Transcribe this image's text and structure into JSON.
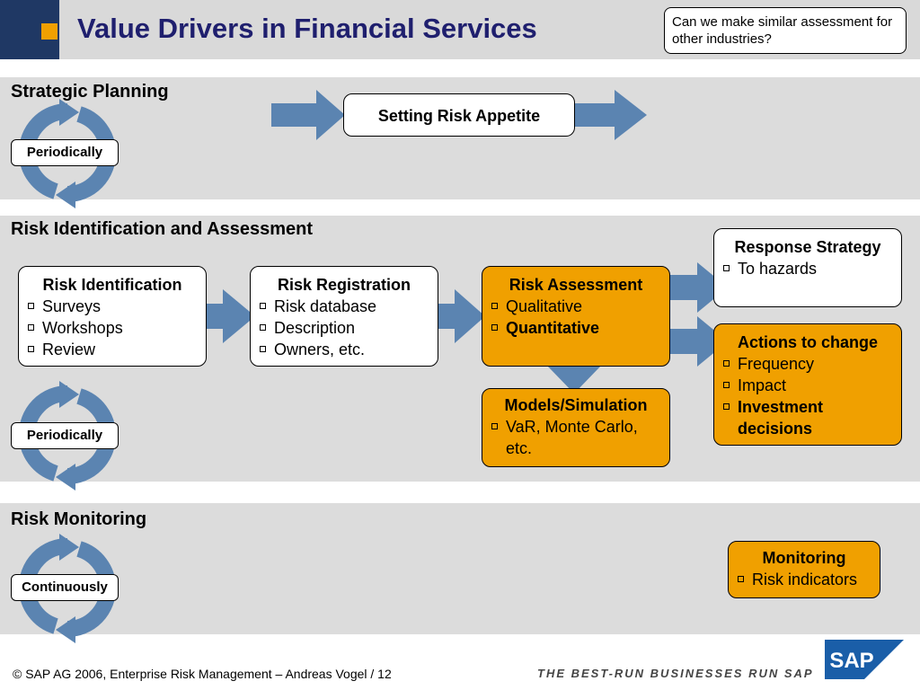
{
  "header": {
    "title": "Value Drivers in Financial Services",
    "callout": "Can we make similar assessment for other industries?"
  },
  "sections": {
    "strategic": {
      "title": "Strategic Planning",
      "cycle_label": "Periodically",
      "box": "Setting Risk Appetite"
    },
    "identification": {
      "title": "Risk Identification and Assessment",
      "cycle_label": "Periodically",
      "risk_identification": {
        "title": "Risk Identification",
        "items": [
          "Surveys",
          "Workshops",
          "Review"
        ]
      },
      "risk_registration": {
        "title": "Risk Registration",
        "items": [
          "Risk database",
          "Description",
          "Owners, etc."
        ]
      },
      "risk_assessment": {
        "title": "Risk Assessment",
        "items": [
          "Qualitative",
          "Quantitative"
        ]
      },
      "models": {
        "title": "Models/Simulation",
        "items": [
          "VaR, Monte Carlo, etc."
        ]
      },
      "response": {
        "title": "Response Strategy",
        "items": [
          "To hazards"
        ]
      },
      "actions": {
        "title": "Actions to change",
        "items": [
          "Frequency",
          "Impact",
          "Investment decisions"
        ]
      }
    },
    "monitoring": {
      "title": "Risk Monitoring",
      "cycle_label": "Continuously",
      "box": {
        "title": "Monitoring",
        "items": [
          "Risk indicators"
        ]
      }
    }
  },
  "footer": {
    "copyright": "© SAP AG 2006, Enterprise Risk Management – Andreas Vogel / 12",
    "tagline": "THE BEST-RUN BUSINESSES RUN SAP",
    "logo_text": "SAP"
  },
  "colors": {
    "arrow": "#5b84b1",
    "orange_box": "#f0a000",
    "band": "#dcdcdc",
    "title": "#1f1f6e",
    "logo_blue": "#1a5ea8"
  }
}
